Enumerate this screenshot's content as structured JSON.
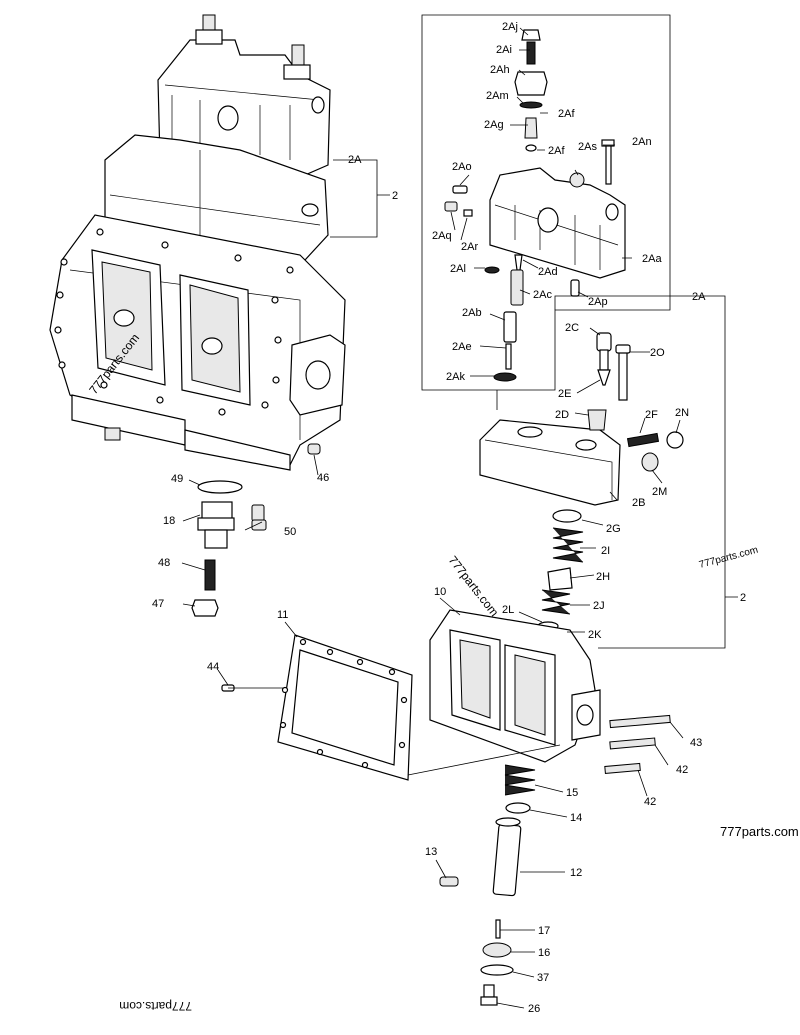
{
  "labels": {
    "l2Aj": "2Aj",
    "l2Ai": "2Ai",
    "l2Ah": "2Ah",
    "l2Am": "2Am",
    "l2Af1": "2Af",
    "l2Ag": "2Ag",
    "l2Af2": "2Af",
    "l2As": "2As",
    "l2An": "2An",
    "l2Ao": "2Ao",
    "l2Aq": "2Aq",
    "l2Ar": "2Ar",
    "l2Al": "2Al",
    "l2Ad": "2Ad",
    "l2Aa": "2Aa",
    "l2Ac": "2Ac",
    "l2Ap": "2Ap",
    "l2Ab": "2Ab",
    "l2Ae": "2Ae",
    "l2Ak": "2Ak",
    "l2A_top": "2A",
    "l2_top": "2",
    "l2A_right": "2A",
    "l2_right": "2",
    "l2C": "2C",
    "l2O": "2O",
    "l2E": "2E",
    "l2D": "2D",
    "l2F": "2F",
    "l2N": "2N",
    "l2M": "2M",
    "l2B": "2B",
    "l2G": "2G",
    "l2I": "2I",
    "l2H": "2H",
    "l2J": "2J",
    "l2K": "2K",
    "l2L": "2L",
    "l10": "10",
    "l11": "11",
    "l12": "12",
    "l13": "13",
    "l14": "14",
    "l15": "15",
    "l16": "16",
    "l17": "17",
    "l18": "18",
    "l26": "26",
    "l37": "37",
    "l42a": "42",
    "l42b": "42",
    "l43": "43",
    "l44": "44",
    "l46": "46",
    "l47": "47",
    "l48": "48",
    "l49": "49",
    "l50": "50"
  },
  "watermarks": {
    "wm1": "777parts.com",
    "wm2": "777parts.com",
    "wm3": "777parts.com",
    "wm4": "777parts.com",
    "wm5": "777parts.com"
  }
}
